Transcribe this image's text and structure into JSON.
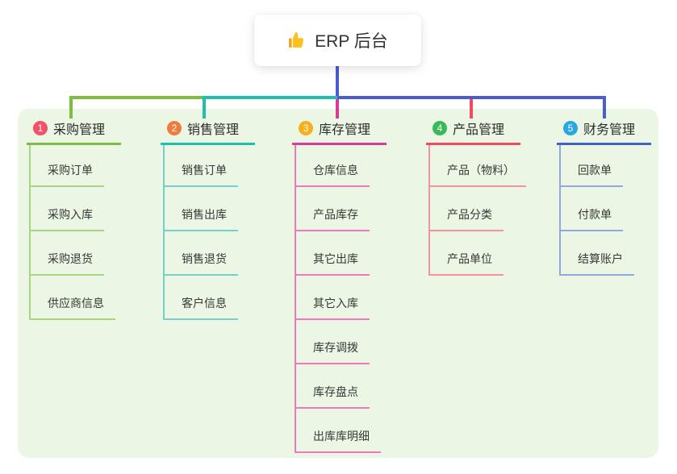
{
  "root": {
    "label": "ERP 后台",
    "icon": "thumbs-up-icon"
  },
  "branches": [
    {
      "num": "1",
      "label": "采购管理",
      "color": "#7cbe3f",
      "light_color": "#a8d57e",
      "badge_color": "#f25168",
      "items": [
        "采购订单",
        "采购入库",
        "采购退货",
        "供应商信息"
      ]
    },
    {
      "num": "2",
      "label": "销售管理",
      "color": "#1ec0ac",
      "light_color": "#72d2c6",
      "badge_color": "#f07b3f",
      "items": [
        "销售订单",
        "销售出库",
        "销售退货",
        "客户信息"
      ]
    },
    {
      "num": "3",
      "label": "库存管理",
      "color": "#d93b9b",
      "light_color": "#ee79c0",
      "badge_color": "#f6b01e",
      "items": [
        "仓库信息",
        "产品库存",
        "其它出库",
        "其它入库",
        "库存调拨",
        "库存盘点",
        "出库库明细"
      ]
    },
    {
      "num": "4",
      "label": "产品管理",
      "color": "#f4495d",
      "light_color": "#f792a0",
      "badge_color": "#3bb858",
      "items": [
        "产品（物料）",
        "产品分类",
        "产品单位"
      ]
    },
    {
      "num": "5",
      "label": "财务管理",
      "color": "#4361cd",
      "light_color": "#94a8e0",
      "badge_color": "#2aa7e1",
      "items": [
        "回款单",
        "付款单",
        "结算账户"
      ]
    }
  ],
  "colors": {
    "root_connector": "#4a5cd0",
    "panel_background": "#ebf6e5",
    "canvas_background": "#ffffff",
    "thumb_yellow": "#fcc21b",
    "thumb_dark": "#f2a71d"
  }
}
